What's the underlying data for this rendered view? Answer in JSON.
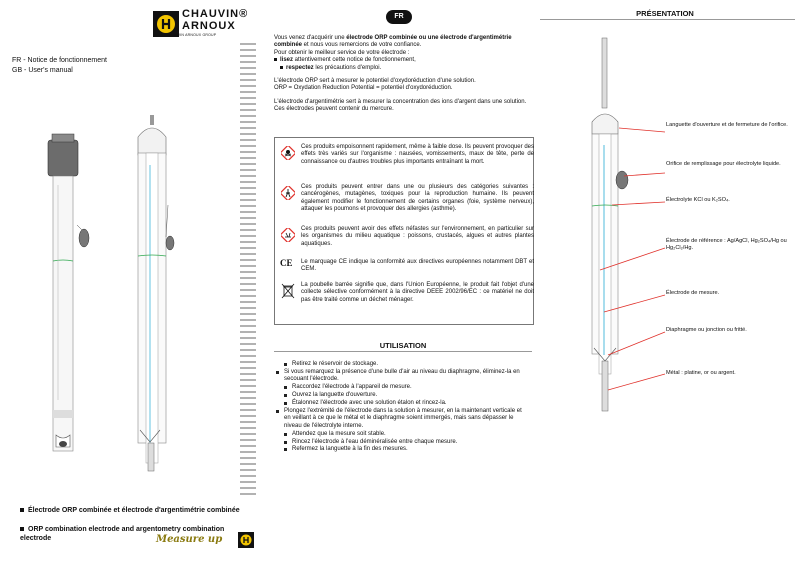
{
  "brand": {
    "name_line1": "CHAUVIN®",
    "name_line2": "ARNOUX",
    "group": "CHAUVIN ARNOUX GROUP"
  },
  "languages": [
    "FR  - Notice de fonctionnement",
    "GB  - User's manual"
  ],
  "bottom_titles": {
    "fr": "Électrode ORP combinée et électrode d'argentimétrie combinée",
    "en": "ORP combination electrode and argentometry combination electrode"
  },
  "measure_up": "Measure up",
  "fr_badge": "FR",
  "intro": {
    "p1_pre": "Vous venez d'acquérir une ",
    "p1_bold": "électrode ORP combinée ou une électrode d'argentimétrie combinée",
    "p1_post": " et nous vous remercions de votre confiance.",
    "p1_line2": "Pour obtenir le meilleur service de votre électrode :",
    "b1_bold": "lisez",
    "b1_rest": " attentivement cette notice de fonctionnement,",
    "b2_bold": "respectez",
    "b2_rest": " les précautions d'emploi.",
    "p2a": "L'électrode ORP sert à mesurer le potentiel d'oxydoréduction d'une solution.",
    "p2b": "ORP = Oxydation Reduction Potential = potentiel d'oxydoréduction.",
    "p3": "L'électrode d'argentimétrie sert à mesurer la concentration des ions d'argent dans une solution. Ces électrodes peuvent contenir du mercure."
  },
  "warnings": [
    {
      "icon": "toxic-icon",
      "text": "Ces produits empoisonnent rapidement, même à faible dose. Ils peuvent provoquer des effets très variés sur l'organisme : nausées, vomissements, maux de tête, perte de connaissance ou d'autres troubles plus importants entraînant la mort."
    },
    {
      "icon": "health-hazard-icon",
      "text": "Ces produits peuvent entrer dans une ou plusieurs des catégories suivantes : cancérogènes, mutagènes, toxiques pour la reproduction humaine. Ils peuvent également modifier le fonctionnement de certains organes (foie, système nerveux), attaquer les poumons et provoquer des allergies (asthme)."
    },
    {
      "icon": "environment-icon",
      "text": "Ces produits peuvent avoir des effets néfastes sur l'environnement, en particulier sur les organismes du milieu aquatique : poissons, crustacés, algues et autres plantes aquatiques."
    },
    {
      "icon": "ce-mark-icon",
      "text": "Le marquage CE indique la conformité aux directives européennes notamment DBT et CEM."
    },
    {
      "icon": "wheelie-bin-icon",
      "text": "La poubelle barrée signifie que, dans l'Union Européenne, le produit fait l'objet d'une collecte sélective conformément à la directive DEEE 2002/96/EC : ce matériel ne doit pas être traité comme un déchet ménager."
    }
  ],
  "ce_glyph": "CE",
  "utilisation": {
    "title": "UTILISATION",
    "items": [
      {
        "level": 2,
        "text": "Retirez le réservoir de stockage."
      },
      {
        "level": 1,
        "text": "Si vous remarquez la présence d'une bulle d'air au niveau du diaphragme, éliminez-la en secouant l'électrode."
      },
      {
        "level": 2,
        "text": "Raccordez l'électrode à l'appareil de mesure."
      },
      {
        "level": 2,
        "text": "Ouvrez la languette d'ouverture."
      },
      {
        "level": 2,
        "text": "Étalonnez l'électrode avec une solution étalon et rincez-la."
      },
      {
        "level": 1,
        "text": "Plongez l'extrémité de l'électrode dans la solution à mesurer, en la maintenant verticale et en veillant à ce que le métal et le diaphragme soient immergés, mais sans dépasser le niveau de l'électrolyte interne."
      },
      {
        "level": 2,
        "text": "Attendez que la mesure soit stable."
      },
      {
        "level": 2,
        "text": "Rincez l'électrode à l'eau déminéralisée entre chaque mesure."
      },
      {
        "level": 2,
        "text": "Refermez la languette à la fin des mesures."
      }
    ]
  },
  "presentation": {
    "title": "PRÉSENTATION",
    "labels": [
      "Languette d'ouverture et de fermeture de l'orifice.",
      "Orifice de remplissage pour électrolyte liquide.",
      "Électrolyte KCl ou K₂SO₄.",
      "Électrode de référence : Ag/AgCl, Hg₂SO₄/Hg ou Hg₂Cl₂/Hg.",
      "Électrode de mesure.",
      "Diaphragme ou jonction ou fritté.",
      "Métal : platine, or ou argent."
    ]
  },
  "colors": {
    "accent_red": "#e0312b",
    "green_line": "#2fa84f",
    "cyan": "#3fb4d8",
    "logo_yellow": "#f2c400"
  }
}
